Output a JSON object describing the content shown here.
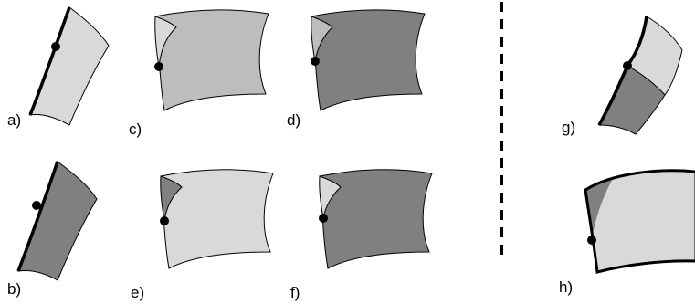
{
  "panels": [
    {
      "id": "a",
      "label": "a)"
    },
    {
      "id": "b",
      "label": "b)"
    },
    {
      "id": "c",
      "label": "c)"
    },
    {
      "id": "d",
      "label": "d)"
    },
    {
      "id": "e",
      "label": "e)"
    },
    {
      "id": "f",
      "label": "f)"
    },
    {
      "id": "g",
      "label": "g)"
    },
    {
      "id": "h",
      "label": "h)"
    }
  ],
  "colors": {
    "light_fill": "#d9d9d9",
    "mid_fill": "#bdbdbd",
    "dark_fill": "#808080",
    "outline": "#000000",
    "background": "#ffffff"
  },
  "divider": {
    "style": "dashed"
  }
}
